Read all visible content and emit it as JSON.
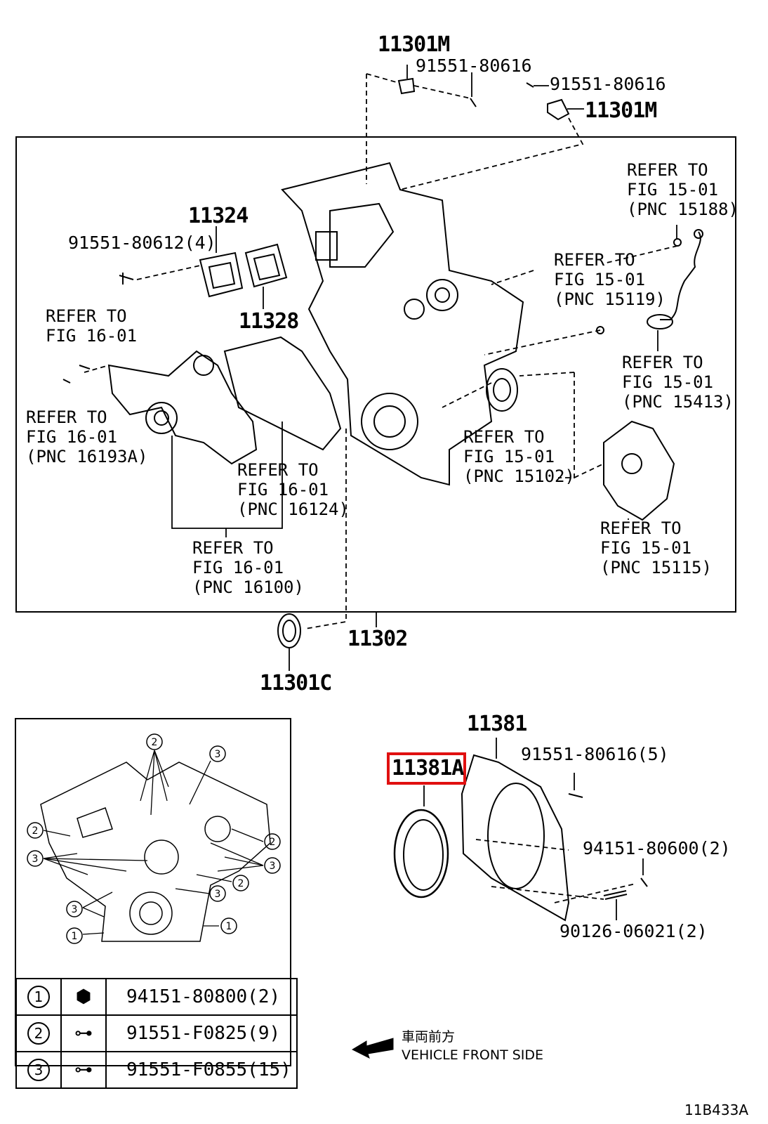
{
  "top": {
    "p11301m_a": "11301M",
    "p11301m_b": "11301M",
    "bolt_a": "91551-80616",
    "bolt_b": "91551-80616",
    "p11324": "11324",
    "bolt_c": "91551-80612(4)",
    "p11328": "11328",
    "p11302": "11302",
    "p11301c": "11301C",
    "ref_16_01_a": [
      "REFER TO",
      "FIG 16-01"
    ],
    "ref_16193a": [
      "REFER TO",
      "FIG 16-01",
      "(PNC 16193A)"
    ],
    "ref_16124": [
      "REFER TO",
      "FIG 16-01",
      "(PNC 16124)"
    ],
    "ref_16100": [
      "REFER TO",
      "FIG 16-01",
      "(PNC 16100)"
    ],
    "ref_15188": [
      "REFER TO",
      "FIG 15-01",
      "(PNC 15188)"
    ],
    "ref_15119": [
      "REFER TO",
      "FIG 15-01",
      "(PNC 15119)"
    ],
    "ref_15413": [
      "REFER TO",
      "FIG 15-01",
      "(PNC 15413)"
    ],
    "ref_15102": [
      "REFER TO",
      "FIG 15-01",
      "(PNC 15102)"
    ],
    "ref_15115": [
      "REFER TO",
      "FIG 15-01",
      "(PNC 15115)"
    ]
  },
  "bottom_right": {
    "p11381": "11381",
    "p11381a": "11381A",
    "bolt_d": "91551-80616(5)",
    "nut": "94151-80600(2)",
    "stud": "90126-06021(2)"
  },
  "inset": {
    "callouts": [
      "1",
      "2",
      "3"
    ],
    "legend": [
      {
        "num": "1",
        "part": "94151-80800(2)",
        "icon": "nut-icon"
      },
      {
        "num": "2",
        "part": "91551-F0825(9)",
        "icon": "bolt-icon"
      },
      {
        "num": "3",
        "part": "91551-F0855(15)",
        "icon": "bolt-icon"
      }
    ]
  },
  "direction": {
    "jp": "車両前方",
    "en": "VEHICLE FRONT SIDE"
  },
  "figure_code": "11B433A",
  "highlight_color": "#e01010"
}
